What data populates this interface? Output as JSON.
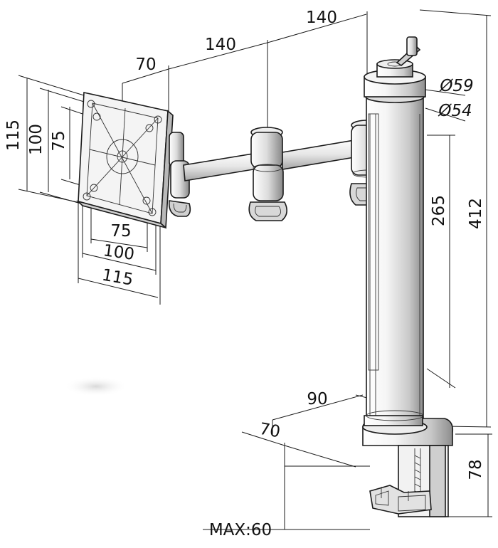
{
  "diagram": {
    "vesa_sizes": {
      "size_115": "115",
      "size_100": "100",
      "size_75": "75"
    },
    "arm_lengths": {
      "head": "70",
      "arm1": "140",
      "arm2": "140"
    },
    "pole": {
      "diameter_top": "Ø59",
      "diameter_pole": "Ø54",
      "height_adjust": "265",
      "total_height": "412"
    },
    "base": {
      "depth_90": "90",
      "depth_70": "70",
      "clamp_height": "78",
      "clamp_max": "MAX:60"
    },
    "colors": {
      "line": "#1a1a1a",
      "metal_light": "#f2f2f2",
      "metal_mid": "#c8c8c8",
      "metal_dark": "#8a8a8a"
    }
  }
}
